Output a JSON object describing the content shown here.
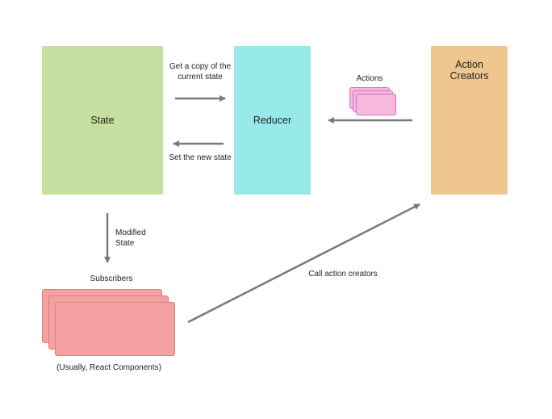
{
  "nodes": {
    "state": {
      "label": "State",
      "color": "#c6e0a1"
    },
    "reducer": {
      "label": "Reducer",
      "color": "#98eaea"
    },
    "action_creators": {
      "label": "Action Creators",
      "color": "#efc690"
    }
  },
  "edges": {
    "get_copy": {
      "label": "Get a copy of the current state"
    },
    "set_new": {
      "label": "Set the new state"
    },
    "actions": {
      "label": "Actions",
      "card_color": "#f7b8dd"
    },
    "modified": {
      "label": "Modified State"
    },
    "call_creators": {
      "label": "Call action creators"
    }
  },
  "subscribers": {
    "title": "Subscribers",
    "caption": "(Usually, React Components)",
    "card_color": "#f4a1a1"
  },
  "arrow_color": "#7a7a7a"
}
